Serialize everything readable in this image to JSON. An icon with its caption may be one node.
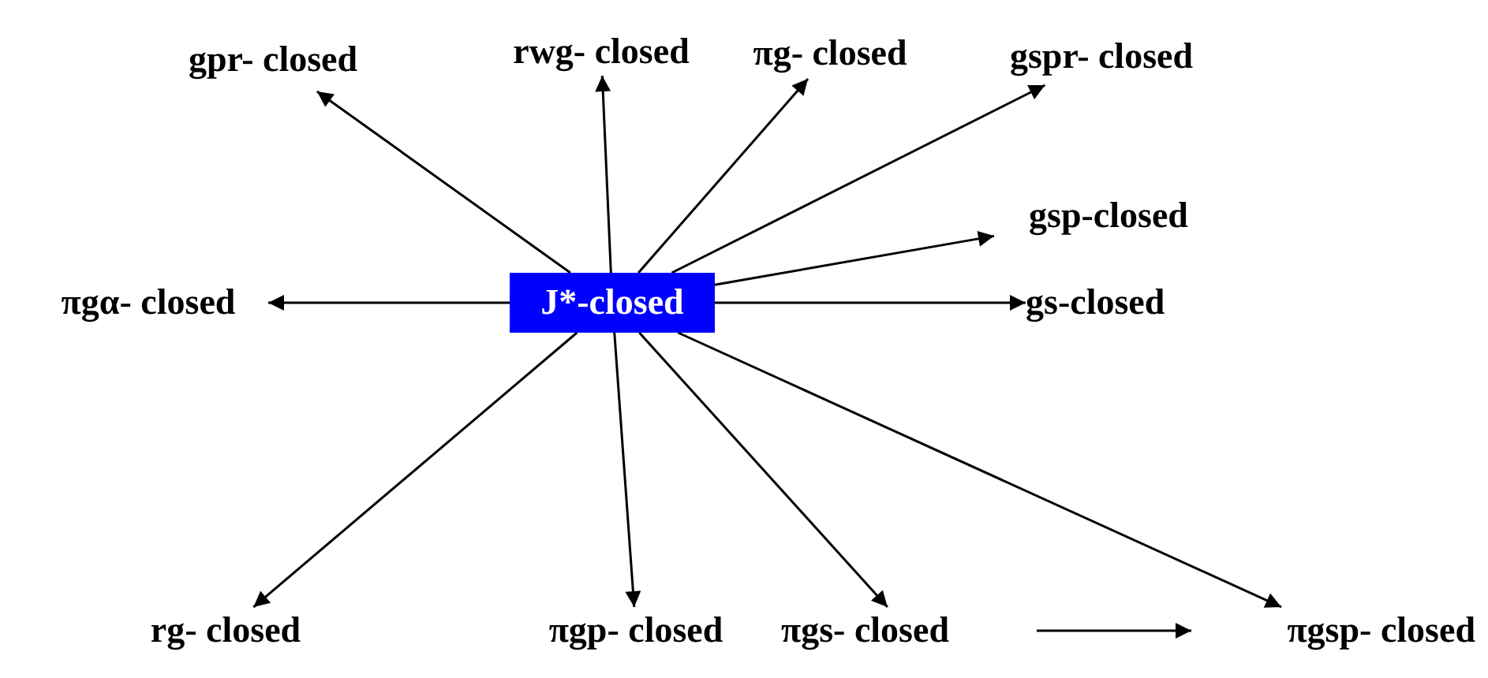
{
  "diagram": {
    "nodes": [
      {
        "text": [
          "J*-closed"
        ]
      },
      {
        "text": [
          "gpr- closed"
        ]
      },
      {
        "text": [
          "rwg- closed"
        ]
      },
      {
        "text": [
          "πg- closed"
        ]
      },
      {
        "text": [
          "gspr- closed"
        ]
      },
      {
        "text": [
          "gsp-closed"
        ]
      },
      {
        "text": [
          "πgα- closed"
        ]
      },
      {
        "text": [
          "gs-closed"
        ]
      },
      {
        "text": [
          "rg- closed"
        ]
      },
      {
        "text": [
          "πgp- closed"
        ]
      },
      {
        "text": [
          "πgs- closed"
        ]
      },
      {
        "text": [
          "πgsp- closed"
        ]
      }
    ],
    "edges": [
      {
        "from": 0,
        "to": 1,
        "arrow": "to"
      },
      {
        "from": 0,
        "to": 2,
        "arrow": "to"
      },
      {
        "from": 0,
        "to": 3,
        "arrow": "to"
      },
      {
        "from": 0,
        "to": 4,
        "arrow": "to"
      },
      {
        "from": 0,
        "to": 5,
        "arrow": "to"
      },
      {
        "from": 0,
        "to": 6,
        "arrow": "to"
      },
      {
        "from": 0,
        "to": 7,
        "arrow": "to"
      },
      {
        "from": 0,
        "to": 8,
        "arrow": "to"
      },
      {
        "from": 0,
        "to": 9,
        "arrow": "to"
      },
      {
        "from": 0,
        "to": 10,
        "arrow": "to"
      },
      {
        "from": 0,
        "to": 11,
        "arrow": "to"
      },
      {
        "from": 10,
        "to": 11,
        "arrow": "to"
      }
    ]
  }
}
